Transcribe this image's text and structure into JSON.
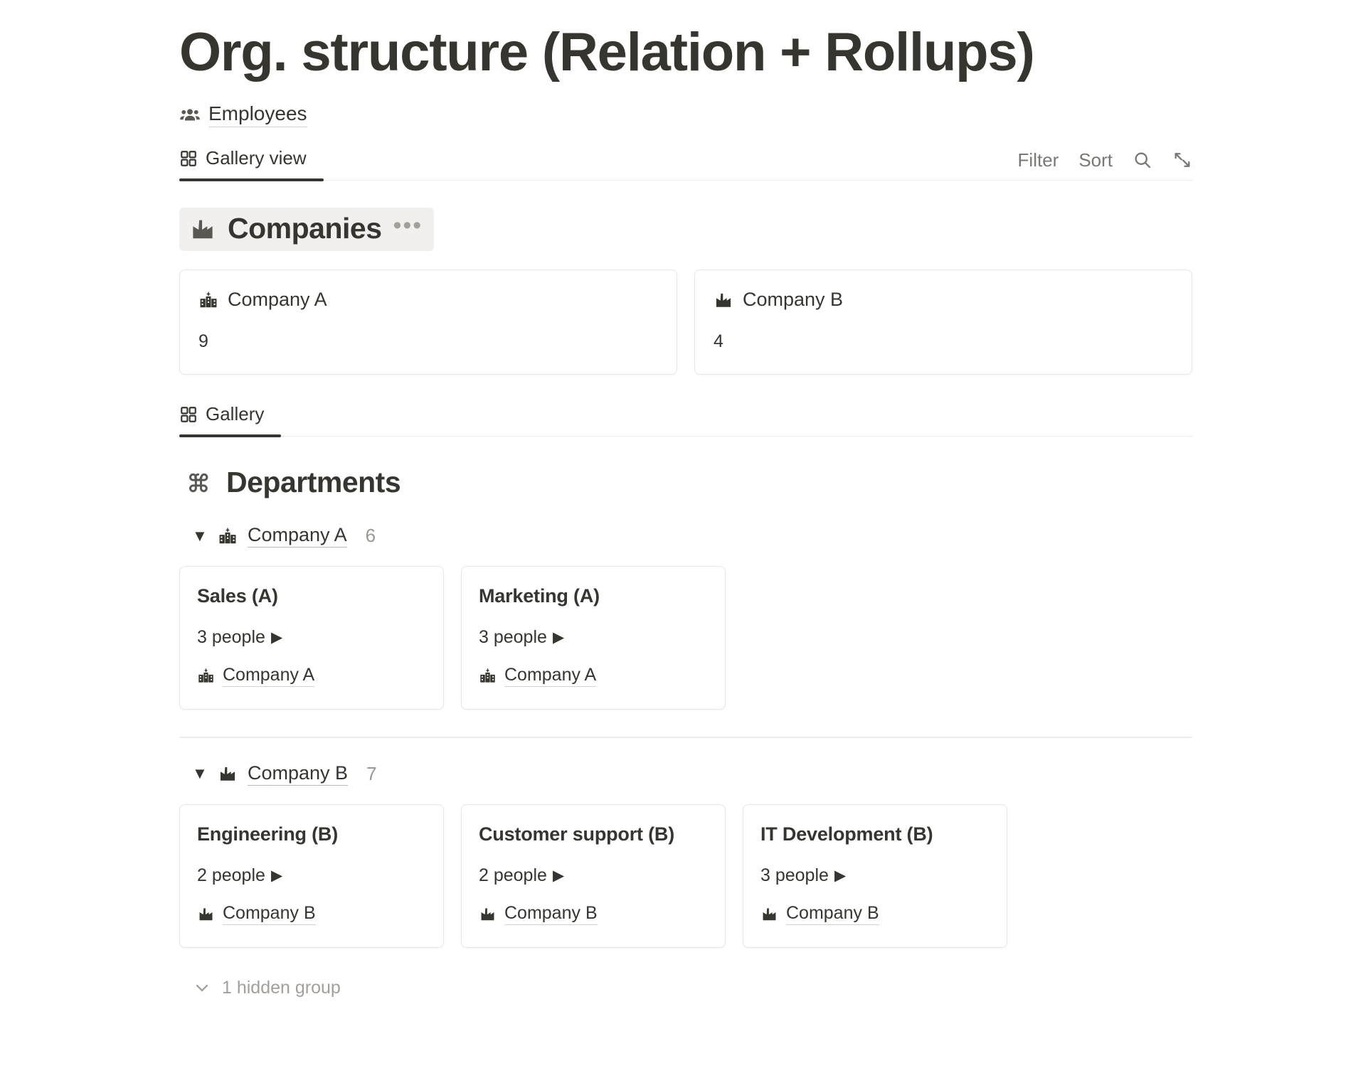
{
  "page": {
    "title": "Org. structure (Relation + Rollups)",
    "source_link": {
      "label": "Employees",
      "icon": "people-group-icon"
    }
  },
  "toolbar": {
    "tabs": [
      {
        "label": "Gallery view",
        "icon": "grid-icon",
        "active": true
      }
    ],
    "actions": [
      {
        "label": "Filter",
        "name": "filter-button"
      },
      {
        "label": "Sort",
        "name": "sort-button"
      }
    ],
    "search_icon": "search-icon",
    "expand_icon": "expand-diagonal-icon"
  },
  "companies_section": {
    "title": "Companies",
    "icon": "factory-icon",
    "menu": "•••",
    "cards": [
      {
        "title": "Company A",
        "icon": "school-building-icon",
        "value": "9"
      },
      {
        "title": "Company B",
        "icon": "factory-icon",
        "value": "4"
      }
    ]
  },
  "departments_toolbar": {
    "tabs": [
      {
        "label": "Gallery",
        "icon": "grid-icon",
        "active": true
      }
    ]
  },
  "departments_section": {
    "title": "Departments",
    "icon": "command-icon",
    "groups": [
      {
        "name": "Company A",
        "icon": "school-building-icon",
        "count": "6",
        "caret": "▼",
        "cards": [
          {
            "title": "Sales (A)",
            "people": "3 people",
            "play": "▶",
            "relation": "Company A",
            "relation_icon": "school-building-icon"
          },
          {
            "title": "Marketing (A)",
            "people": "3 people",
            "play": "▶",
            "relation": "Company A",
            "relation_icon": "school-building-icon"
          }
        ]
      },
      {
        "name": "Company B",
        "icon": "factory-icon",
        "count": "7",
        "caret": "▼",
        "cards": [
          {
            "title": "Engineering (B)",
            "people": "2 people",
            "play": "▶",
            "relation": "Company B",
            "relation_icon": "factory-icon"
          },
          {
            "title": "Customer support (B)",
            "people": "2 people",
            "play": "▶",
            "relation": "Company B",
            "relation_icon": "factory-icon"
          },
          {
            "title": "IT Development (B)",
            "people": "3 people",
            "play": "▶",
            "relation": "Company B",
            "relation_icon": "factory-icon"
          }
        ]
      }
    ],
    "hidden_group": {
      "label": "1 hidden group",
      "icon": "chevron-down-icon"
    }
  },
  "colors": {
    "text": "#37352f",
    "muted": "#9b9894",
    "border": "#e8e7e4",
    "highlight": "#f1f0ee"
  }
}
